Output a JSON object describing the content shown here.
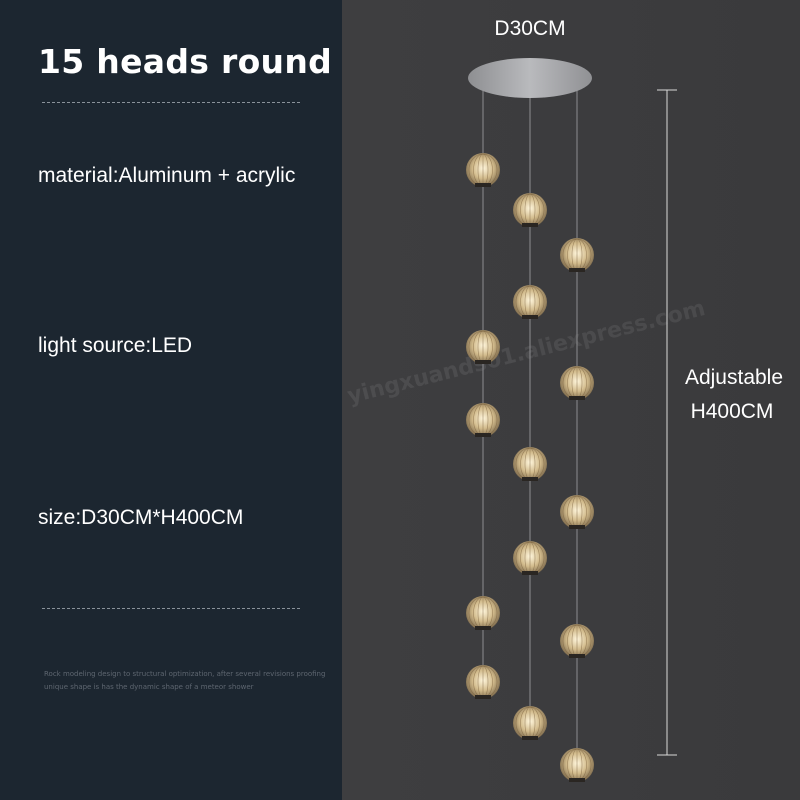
{
  "title": "15 heads round",
  "specs": {
    "material": "material:Aluminum + acrylic",
    "light_source": "light source:LED",
    "size": "size:D30CM*H400CM"
  },
  "description": [
    "Rock modeling design to structural optimization, after several revisions proofing",
    "unique shape is has the dynamic shape of a meteor shower"
  ],
  "diameter_label": "D30CM",
  "height_label": [
    "Adjustable",
    "H400CM"
  ],
  "watermark": "yingxuands01.aliexpress.com",
  "colors": {
    "left_panel": "#1c2630",
    "right_panel": "#3a3a3c",
    "globe": "#c8b48a"
  }
}
